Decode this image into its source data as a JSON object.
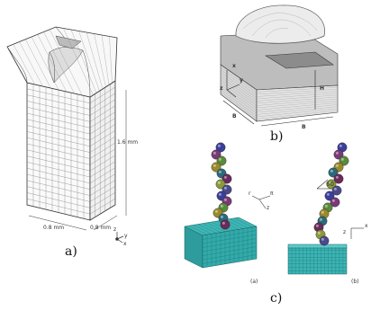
{
  "figure": {
    "panel_a": {
      "caption": "a)",
      "height_label": "1.6 mm",
      "width_label_left": "0.8 mm",
      "width_label_right": "0.8 mm",
      "axis_labels": [
        "z",
        "y",
        "x"
      ]
    },
    "panel_b": {
      "caption": "b)",
      "axis_labels": [
        "x",
        "y",
        "z"
      ],
      "dim_labels": [
        "B",
        "H",
        "B"
      ]
    },
    "panel_c": {
      "caption": "c)",
      "sub_a_label": "(a)",
      "sub_b_label": "(b)",
      "angle_label": "60",
      "axis_left": [
        "r",
        "π",
        "z"
      ],
      "axis_right": [
        "z",
        "x"
      ]
    }
  }
}
